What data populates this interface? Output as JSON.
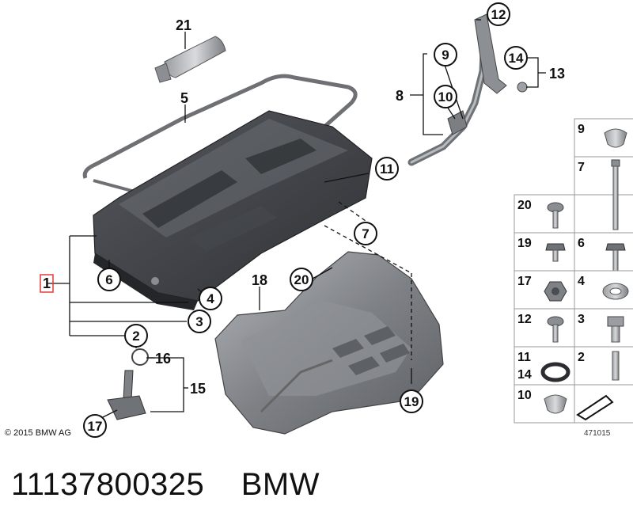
{
  "callouts": {
    "c1": "1",
    "c2": "2",
    "c3": "3",
    "c4": "4",
    "c5": "5",
    "c6": "6",
    "c7": "7",
    "c8": "8",
    "c9": "9",
    "c10": "10",
    "c11": "11",
    "c12": "12",
    "c13": "13",
    "c14": "14",
    "c15": "15",
    "c16": "16",
    "c17": "17",
    "c18": "18",
    "c19": "19",
    "c20": "20",
    "c21": "21"
  },
  "parts_panel": {
    "cells": [
      {
        "labels": [
          "9"
        ],
        "icon": "clip-icon"
      },
      {
        "labels": [
          "7"
        ],
        "icon": "long-bolt-icon"
      },
      {
        "labels": [
          "20"
        ],
        "icon": "screw-icon"
      },
      {
        "labels": [
          "19"
        ],
        "icon": "hex-bolt-icon"
      },
      {
        "labels": [
          "6"
        ],
        "icon": "bolt-icon"
      },
      {
        "labels": [
          "17"
        ],
        "icon": "hex-nut-icon"
      },
      {
        "labels": [
          "4"
        ],
        "icon": "washer-icon"
      },
      {
        "labels": [
          "12"
        ],
        "icon": "screw-icon"
      },
      {
        "labels": [
          "3"
        ],
        "icon": "plug-bolt-icon"
      },
      {
        "labels": [
          "11",
          "14"
        ],
        "icon": "o-ring-icon"
      },
      {
        "labels": [
          "2"
        ],
        "icon": "stud-icon"
      },
      {
        "labels": [
          "10"
        ],
        "icon": "clip-icon"
      },
      {
        "labels": [
          ""
        ],
        "icon": "arrow-icon"
      }
    ]
  },
  "copyright": "© 2015 BMW AG",
  "diagram_number": "471015",
  "caption": {
    "part_number": "11137800325",
    "brand": "BMW"
  },
  "colors": {
    "part_gray": "#7a7c80",
    "part_dark": "#3e4044",
    "highlight_red": "#e23a3a",
    "line": "#111111"
  }
}
